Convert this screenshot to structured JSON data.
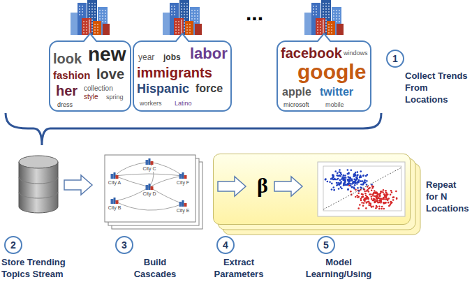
{
  "diagram": {
    "nodes": [
      {
        "text": [
          "new",
          "look",
          "fashion",
          "love",
          "her",
          "collection",
          "style",
          "spring",
          "dress"
        ]
      },
      {
        "text": [
          "labor",
          "year",
          "jobs",
          "immigrants",
          "Hispanic",
          "force",
          "workers",
          "Latino"
        ]
      },
      {
        "text": [
          "facebook",
          "windows",
          "google",
          "apple",
          "twitter",
          "microsoft",
          "mobile"
        ]
      },
      {
        "text": [
          "1"
        ]
      },
      {
        "text": [
          "β"
        ]
      },
      {
        "text": [
          "2"
        ]
      },
      {
        "text": [
          "3"
        ]
      },
      {
        "text": [
          "4"
        ]
      },
      {
        "text": [
          "5"
        ]
      }
    ],
    "labels": [
      "...",
      "Collect Trends From Locations",
      "Repeat for N Locations",
      "City C",
      "City A",
      "City F",
      "City D",
      "City B",
      "City E",
      "Store Trending Topics Stream",
      "Build Cascades",
      "Extract Parameters",
      "Model Learning/Using"
    ]
  }
}
